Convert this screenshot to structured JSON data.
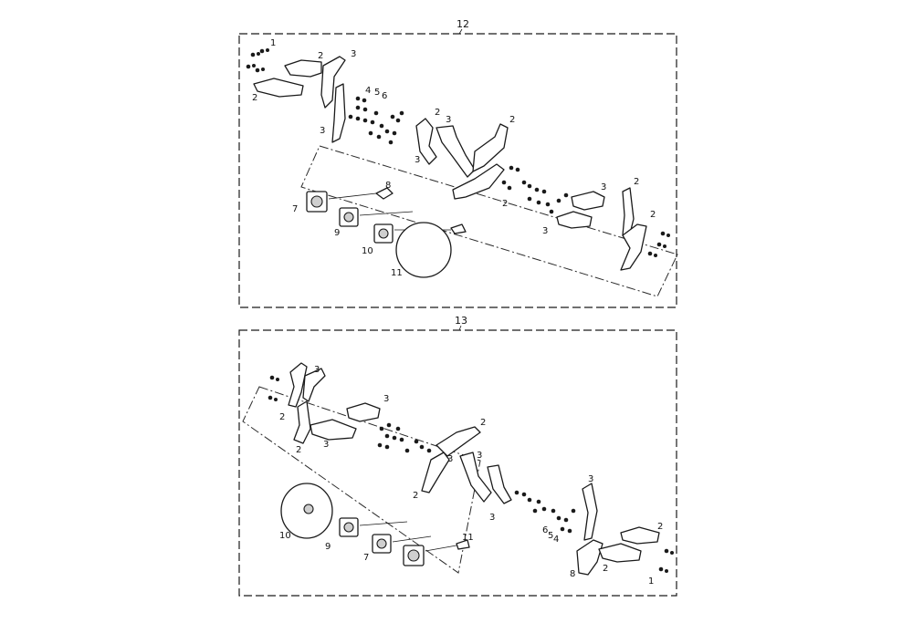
{
  "assemblies": [
    {
      "id": "12",
      "callouts": [
        "1",
        "2",
        "2",
        "3",
        "3",
        "4",
        "5",
        "6",
        "2",
        "3",
        "3",
        "2",
        "3",
        "2",
        "3",
        "2",
        "2",
        "8",
        "7",
        "9",
        "10",
        "11"
      ]
    },
    {
      "id": "13",
      "callouts": [
        "2",
        "3",
        "2",
        "3",
        "2",
        "3",
        "2",
        "3",
        "3",
        "3",
        "6",
        "5",
        "4",
        "2",
        "3",
        "2",
        "1",
        "8",
        "11",
        "10",
        "9",
        "7"
      ]
    }
  ]
}
